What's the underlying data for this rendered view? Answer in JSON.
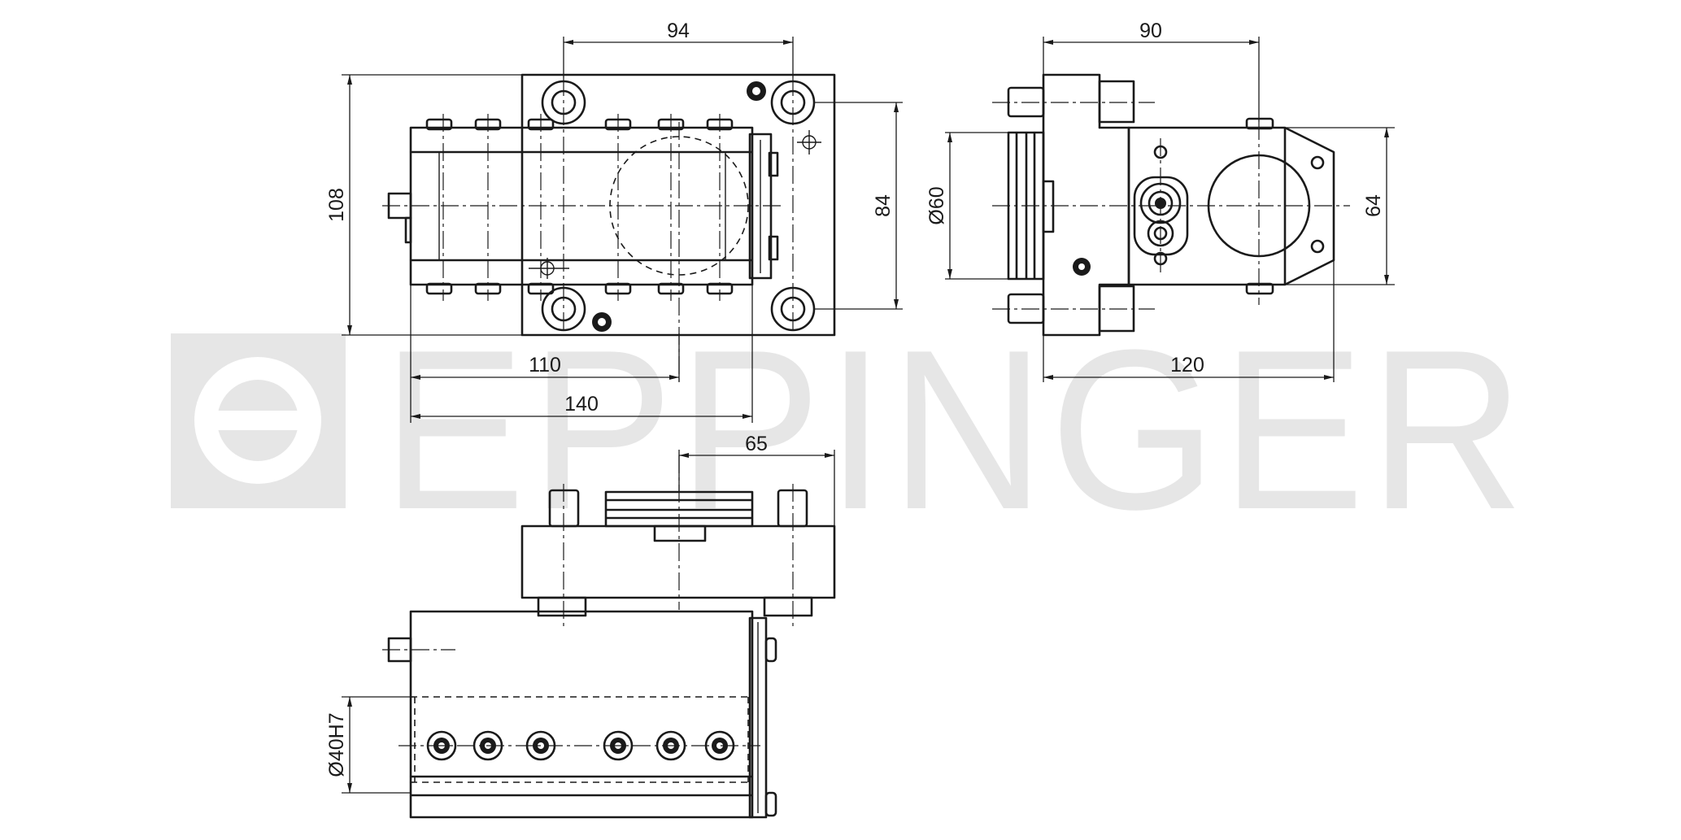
{
  "watermark": {
    "text": "EPPINGER"
  },
  "dimensions": {
    "top_view_width": "94",
    "top_view_height": "108",
    "top_view_inner_height": "84",
    "top_view_length_110": "110",
    "top_view_length_140": "140",
    "side_view_width": "90",
    "side_view_diameter": "Ø60",
    "side_view_height": "64",
    "side_view_length": "120",
    "front_view_offset": "65",
    "front_view_bore": "Ø40H7"
  },
  "colors": {
    "line": "#1a1a1a",
    "watermark": "#e6e6e6",
    "background": "#ffffff"
  }
}
